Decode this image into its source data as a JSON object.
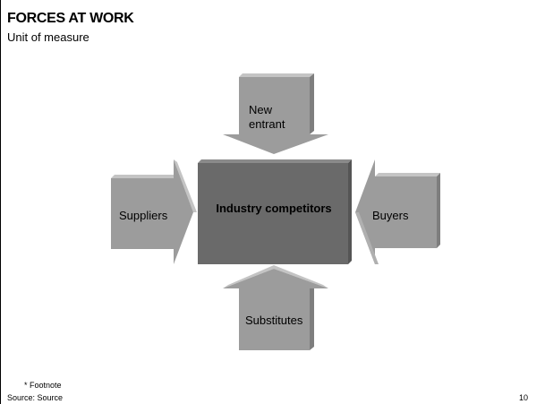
{
  "header": {
    "title": "FORCES AT WORK",
    "subtitle": "Unit of measure"
  },
  "diagram": {
    "center": "Industry competitors",
    "top": "New entrant",
    "left": "Suppliers",
    "right": "Buyers",
    "bottom": "Substitutes"
  },
  "footer": {
    "footnote": "* Footnote",
    "source": "Source: Source",
    "page_number": "10"
  },
  "colors": {
    "arrow": "#9c9c9c",
    "arrow_light": "#c4c4c4",
    "arrow_dark": "#7e7e7e",
    "box": "#6a6a6a"
  }
}
